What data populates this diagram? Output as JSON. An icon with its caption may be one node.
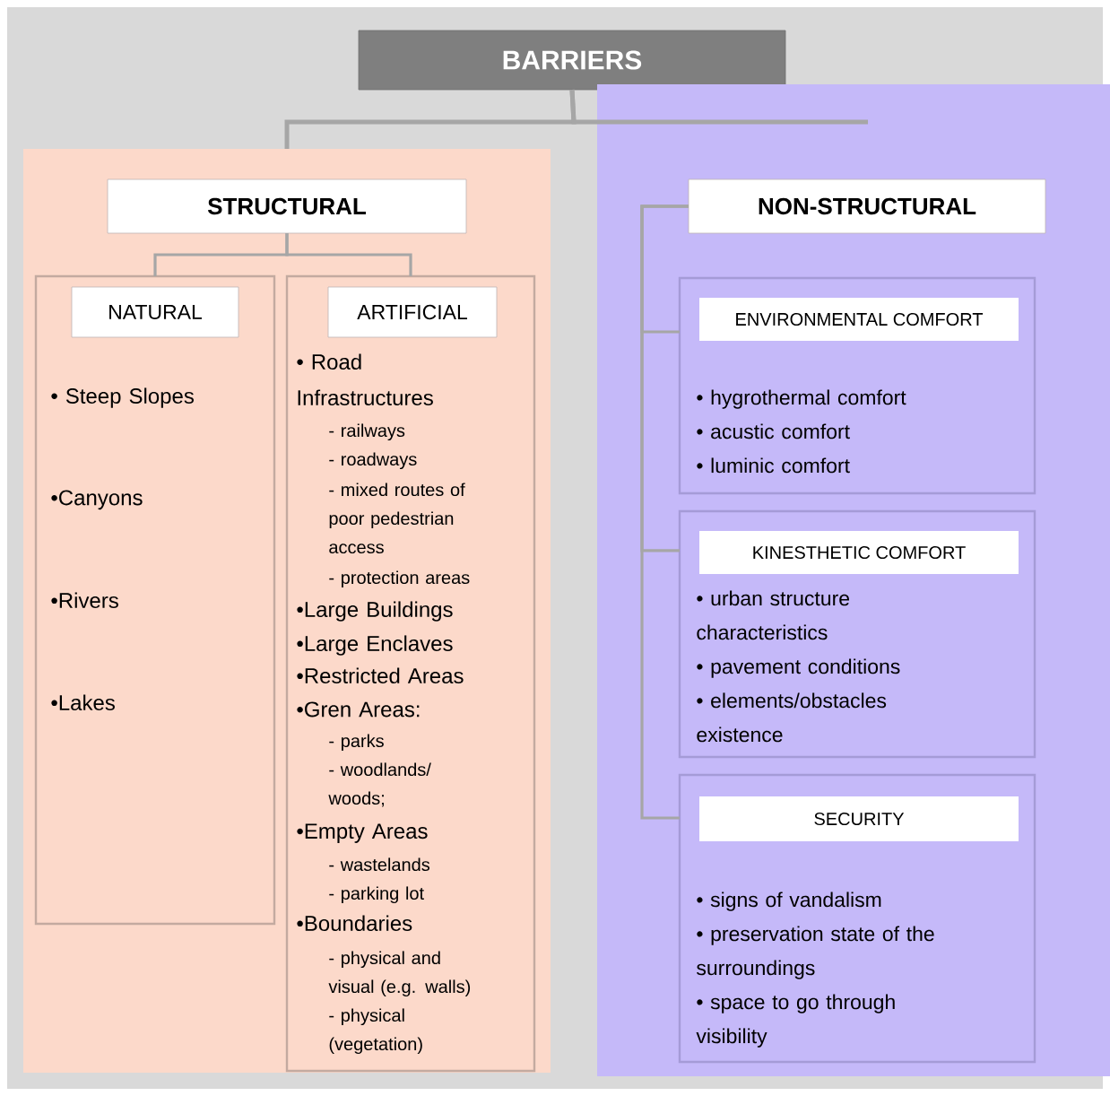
{
  "diagram": {
    "nodes": [
      {
        "text": [
          "BARRIERS"
        ]
      },
      {
        "text": [],
        "shape": "box"
      },
      {
        "text": [
          "STRUCTURAL"
        ],
        "in": 1
      },
      {
        "text": [
          "• Steep Slopes",
          "•Canyons",
          "•Rivers",
          "•Lakes"
        ],
        "in": 1
      },
      {
        "text": [
          "NATURAL"
        ],
        "in": 3
      },
      {
        "text": [
          "• Road Infrastructures",
          "- railways",
          "- roadways",
          "- mixed routes of poor pedestrian access",
          "- protection areas",
          "•Large Buildings",
          "•Large Enclaves",
          "•Restricted Areas",
          "•Gren Areas:",
          "- parks",
          "- woodlands/ woods;",
          "•Empty Areas",
          "- wastelands",
          "- parking lot",
          "•Boundaries",
          "- physical and visual (e.g. walls)",
          "- physical (vegetation)"
        ],
        "in": 1
      },
      {
        "text": [
          "ARTIFICIAL"
        ],
        "in": 5
      },
      {
        "text": [],
        "shape": "box"
      },
      {
        "text": [
          "NON-STRUCTURAL"
        ],
        "in": 7
      },
      {
        "text": [
          "• hygrothermal comfort",
          "• acustic comfort",
          "• luminic comfort"
        ],
        "in": 7
      },
      {
        "text": [
          "ENVIRONMENTAL COMFORT"
        ],
        "in": 9
      },
      {
        "text": [
          "• urban structure characteristics",
          "• pavement conditions",
          "• elements/obstacles existence"
        ],
        "in": 7
      },
      {
        "text": [
          "KINESTHETIC COMFORT"
        ],
        "in": 11
      },
      {
        "text": [
          "• signs of vandalism",
          "• preservation state of the surroundings",
          "• space to go through visibility"
        ],
        "in": 7
      },
      {
        "text": [
          "SECURITY"
        ],
        "in": 13
      }
    ],
    "edges": [
      {
        "from": 0,
        "to": 1,
        "arrow": "none"
      },
      {
        "from": 0,
        "to": 7,
        "arrow": "none"
      },
      {
        "from": 2,
        "to": 3,
        "arrow": "none"
      },
      {
        "from": 2,
        "to": 5,
        "arrow": "none"
      },
      {
        "from": 8,
        "to": 9,
        "arrow": "none"
      },
      {
        "from": 8,
        "to": 11,
        "arrow": "none"
      },
      {
        "from": 8,
        "to": 13,
        "arrow": "none"
      }
    ]
  }
}
